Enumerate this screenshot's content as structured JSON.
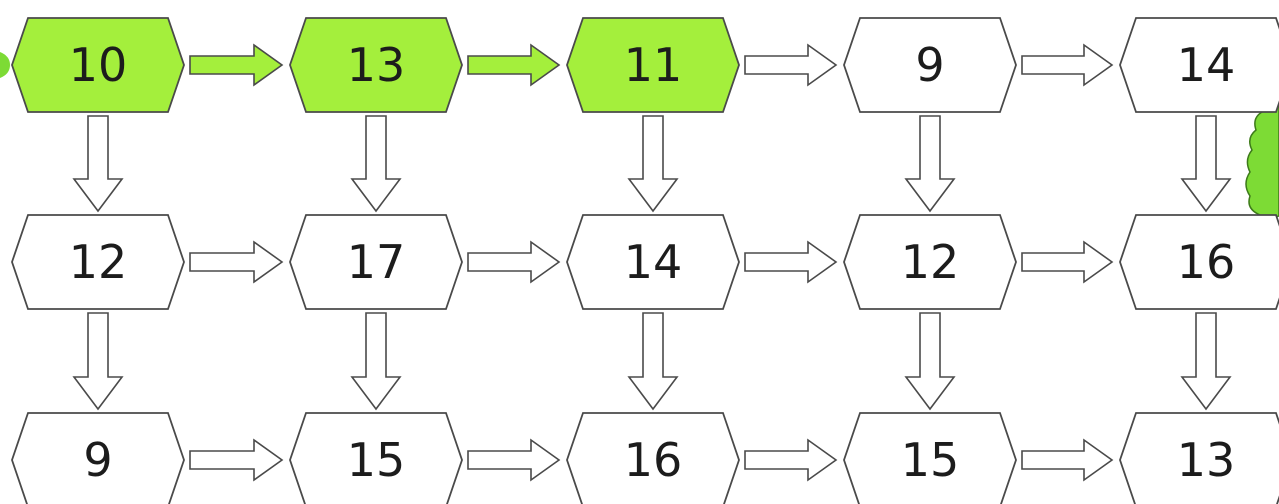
{
  "grid": {
    "rows": [
      [
        "10",
        "13",
        "11",
        "9",
        "14"
      ],
      [
        "12",
        "17",
        "14",
        "12",
        "16"
      ],
      [
        "9",
        "15",
        "16",
        "15",
        "13"
      ]
    ],
    "highlighted": [
      [
        0,
        0
      ],
      [
        0,
        1
      ],
      [
        0,
        2
      ]
    ],
    "highlighted_arrows": [
      [
        0,
        0
      ],
      [
        0,
        1
      ]
    ]
  },
  "colors": {
    "highlight_fill": "#a4ef3c",
    "stroke": "#4a4a4a",
    "empty_fill": "#ffffff",
    "text": "#1c1c1c",
    "decoration_green": "#7ddb35"
  }
}
